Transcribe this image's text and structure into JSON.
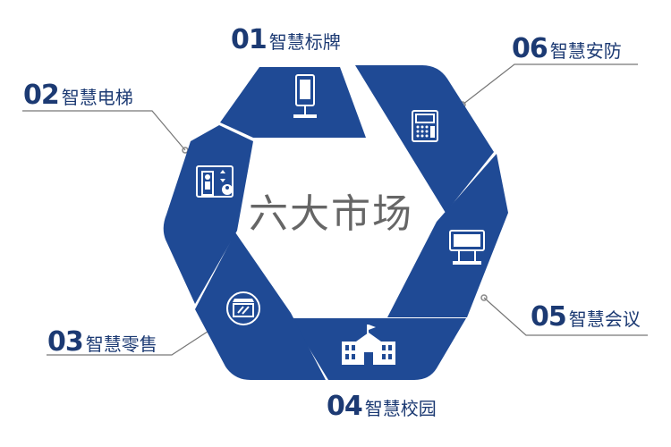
{
  "center": {
    "title": "六大市场"
  },
  "colors": {
    "segment": "#1f4a95",
    "connector": "#777777",
    "icon": "#ffffff"
  },
  "items": [
    {
      "num": "01",
      "label": "智慧标牌",
      "icon": "digital-signage-kiosk-icon"
    },
    {
      "num": "02",
      "label": "智慧电梯",
      "icon": "elevator-icon"
    },
    {
      "num": "03",
      "label": "智慧零售",
      "icon": "retail-shop-icon"
    },
    {
      "num": "04",
      "label": "智慧校园",
      "icon": "school-building-icon"
    },
    {
      "num": "05",
      "label": "智慧会议",
      "icon": "conference-display-icon"
    },
    {
      "num": "06",
      "label": "智慧安防",
      "icon": "security-keypad-icon"
    }
  ]
}
